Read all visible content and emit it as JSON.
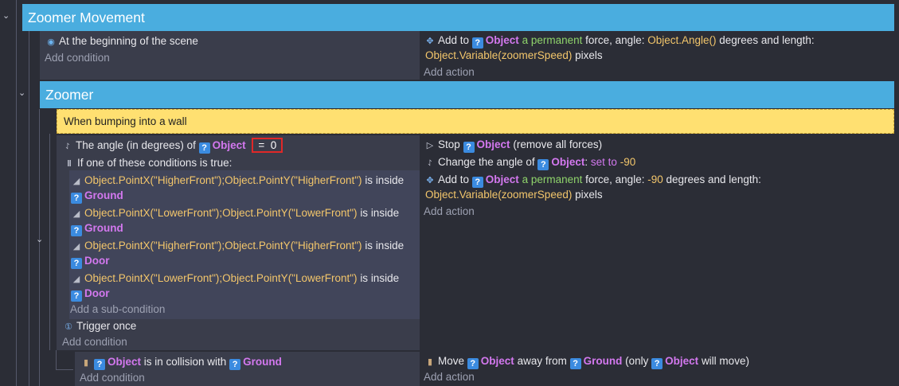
{
  "events": {
    "group1": {
      "title": "Zoomer Movement"
    },
    "e1": {
      "cond1": "At the beginning of the scene",
      "add_condition": "Add condition",
      "act1": {
        "add_to": "Add to",
        "object": "Object",
        "permanent": "a permanent",
        "force_angle": "force, angle:",
        "angle_expr": "Object.Angle()",
        "degrees_length": "degrees and length:",
        "length_expr": "Object.Variable(zoomerSpeed)",
        "pixels": "pixels"
      },
      "add_action": "Add action"
    },
    "group2": {
      "title": "Zoomer"
    },
    "comment": "When bumping into a wall",
    "e2": {
      "cond_angle": {
        "text": "The angle (in degrees) of",
        "object": "Object",
        "op": "=",
        "value": "0"
      },
      "cond_or": "If one of these conditions is true:",
      "sub1": {
        "expr": "Object.PointX(\"HigherFront\");Object.PointY(\"HigherFront\")",
        "inside": "is inside",
        "target": "Ground"
      },
      "sub2": {
        "expr": "Object.PointX(\"LowerFront\");Object.PointY(\"LowerFront\")",
        "inside": "is inside",
        "target": "Ground"
      },
      "sub3": {
        "expr": "Object.PointX(\"HigherFront\");Object.PointY(\"HigherFront\")",
        "inside": "is inside",
        "target": "Door"
      },
      "sub4": {
        "expr": "Object.PointX(\"LowerFront\");Object.PointY(\"LowerFront\")",
        "inside": "is inside",
        "target": "Door"
      },
      "add_sub_condition": "Add a sub-condition",
      "trigger_once": "Trigger once",
      "add_condition": "Add condition",
      "act_stop": {
        "stop": "Stop",
        "object": "Object",
        "rest": "(remove all forces)"
      },
      "act_angle": {
        "text": "Change the angle of",
        "object": "Object",
        "colon": ":",
        "set_to": "set to",
        "value": "-90"
      },
      "act_force": {
        "add_to": "Add to",
        "object": "Object",
        "permanent": "a permanent",
        "force_angle": "force, angle:",
        "angle_val": "-90",
        "degrees_length": "degrees and length:",
        "length_expr": "Object.Variable(zoomerSpeed)",
        "pixels": "pixels"
      },
      "add_action": "Add action"
    },
    "e3": {
      "object": "Object",
      "collision": "is in collision with",
      "target": "Ground",
      "add_condition": "Add condition",
      "act": {
        "move": "Move",
        "object": "Object",
        "away_from": "away from",
        "target": "Ground",
        "only_open": "(only",
        "object2": "Object",
        "will_move": "will move)"
      },
      "add_action": "Add action"
    }
  },
  "icons": {
    "question": "?",
    "collapse": "chevron-down-icon"
  },
  "colors": {
    "group_header": "#4aaddf",
    "object": "#d378ef",
    "keyword": "#8fd36b",
    "number": "#f3c66b",
    "comment_bg": "#ffe071"
  }
}
